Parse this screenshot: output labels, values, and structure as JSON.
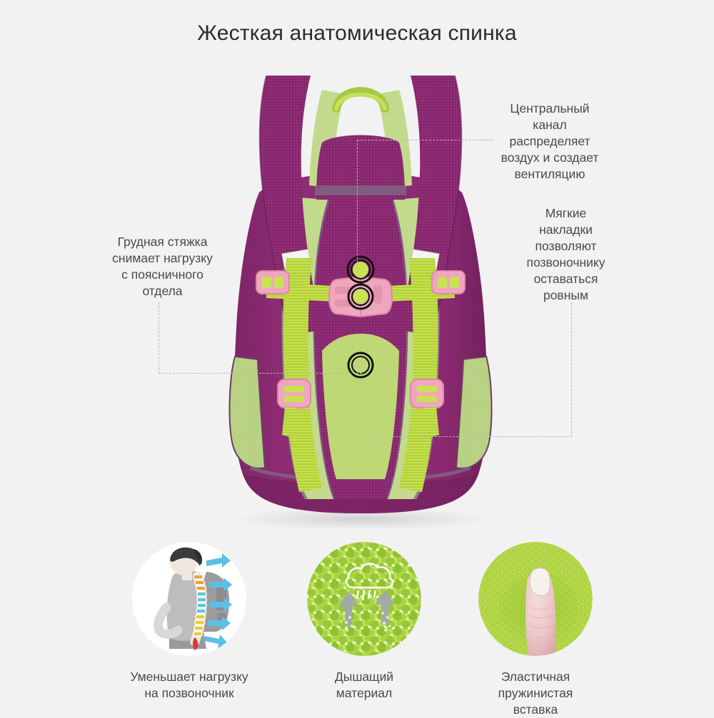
{
  "page": {
    "title": "Жесткая анатомическая спинка",
    "background_color": "#f2f2f2",
    "text_color": "#4a4a4a"
  },
  "product": {
    "name": "backpack-back-panel",
    "colors": {
      "purple": "#8b2a72",
      "purple_dark": "#6d1f59",
      "purple_deep": "#5d1a4b",
      "green": "#b9d94a",
      "green_light": "#c8e06a",
      "green_mesh": "#bcd489",
      "pink": "#f0a6bf",
      "pink_dark": "#d98aa6",
      "strip_grey": "#7d6b86",
      "white_tag": "#f4f4f4"
    }
  },
  "callouts": [
    {
      "id": "air-channel",
      "text": "Центральный\nканал\nраспределяет\nвоздух и создает\nвентиляцию"
    },
    {
      "id": "soft-pads",
      "text": "Мягкие\nнакладки\nпозволяют\nпозвоночнику\nоставаться\nровным"
    },
    {
      "id": "chest-strap",
      "text": "Грудная стяжка\nснимает нагрузку\nс поясничного\nотдела"
    }
  ],
  "features": [
    {
      "id": "spine-relief",
      "icon": "person-with-backpack-spine-icon",
      "label": "Уменьшает нагрузку\nна позвоночник"
    },
    {
      "id": "breathable",
      "icon": "green-mesh-airflow-icon",
      "label": "Дышащий\nматериал"
    },
    {
      "id": "elastic-insert",
      "icon": "finger-pressing-mesh-icon",
      "label": "Эластичная\nпружинистая\nвставка"
    }
  ]
}
